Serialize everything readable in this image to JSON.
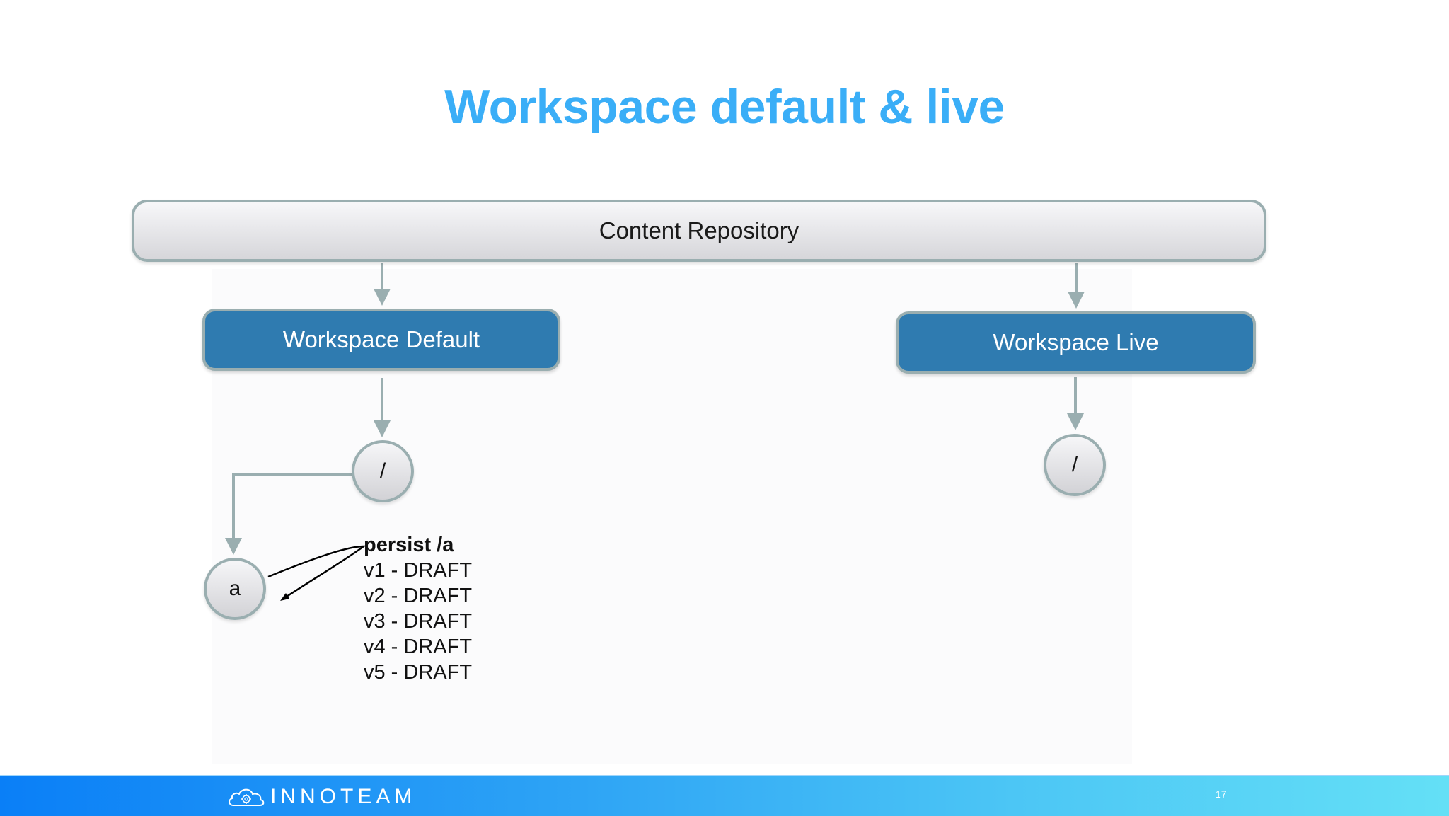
{
  "slide": {
    "title": "Workspace default & live",
    "page_number": "17"
  },
  "diagram": {
    "repository": {
      "label": "Content Repository"
    },
    "workspaces": [
      {
        "label": "Workspace Default",
        "root_node": "/"
      },
      {
        "label": "Workspace Live",
        "root_node": "/"
      }
    ],
    "child_node": {
      "label": "a"
    },
    "operation": {
      "title": "persist /a",
      "versions": [
        "v1 - DRAFT",
        "v2 - DRAFT",
        "v3 - DRAFT",
        "v4 - DRAFT",
        "v5 - DRAFT"
      ]
    }
  },
  "footer": {
    "brand": "INNOTEAM",
    "logo_icon": "cloud-gear-icon"
  },
  "colors": {
    "title": "#3aaef7",
    "workspace_box": "#2f7bb0",
    "connector": "#9aaeb0",
    "footer_start": "#0a7ff7",
    "footer_end": "#64e0f6"
  }
}
